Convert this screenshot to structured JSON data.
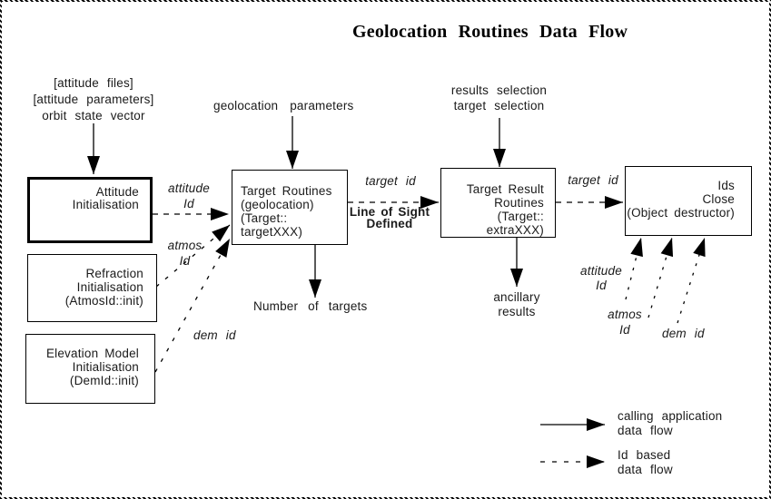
{
  "title": "Geolocation Routines Data Flow",
  "boxes": {
    "attitude": {
      "lines": [
        "Attitude",
        "Initialisation"
      ]
    },
    "refraction": {
      "lines": [
        "Refraction",
        "Initialisation",
        "(AtmosId::init)"
      ]
    },
    "elevation": {
      "lines": [
        "Elevation Model",
        "Initialisation",
        "(DemId::init)"
      ]
    },
    "target_routines": {
      "lines": [
        "Target Routines",
        "(geolocation)",
        "(Target::",
        "targetXXX)"
      ]
    },
    "target_result": {
      "lines": [
        "Target Result",
        "Routines",
        "(Target::",
        "extraXXX)"
      ]
    },
    "ids": {
      "lines": [
        "Ids",
        "Close",
        "(Object destructor)"
      ]
    }
  },
  "labels": {
    "attitude_inputs": [
      "[attitude files]",
      "[attitude parameters]",
      "orbit state vector"
    ],
    "geolocation_parameters": "geolocation parameters",
    "results_selection": [
      "results selection",
      "target selection"
    ],
    "number_of_targets": "Number of targets",
    "ancillary_results": [
      "ancillary",
      "results"
    ],
    "attitude_id": [
      "attitude",
      "Id"
    ],
    "atmos_id": [
      "atmos",
      "Id"
    ],
    "dem_id": "dem id",
    "target_id": "target id",
    "line_of_sight": [
      "Line of Sight",
      "Defined"
    ]
  },
  "legend": {
    "solid": [
      "calling application",
      "data flow"
    ],
    "dashed": [
      "Id based",
      "data flow"
    ]
  },
  "colors": {
    "ink": "#000000",
    "background": "#ffffff"
  }
}
